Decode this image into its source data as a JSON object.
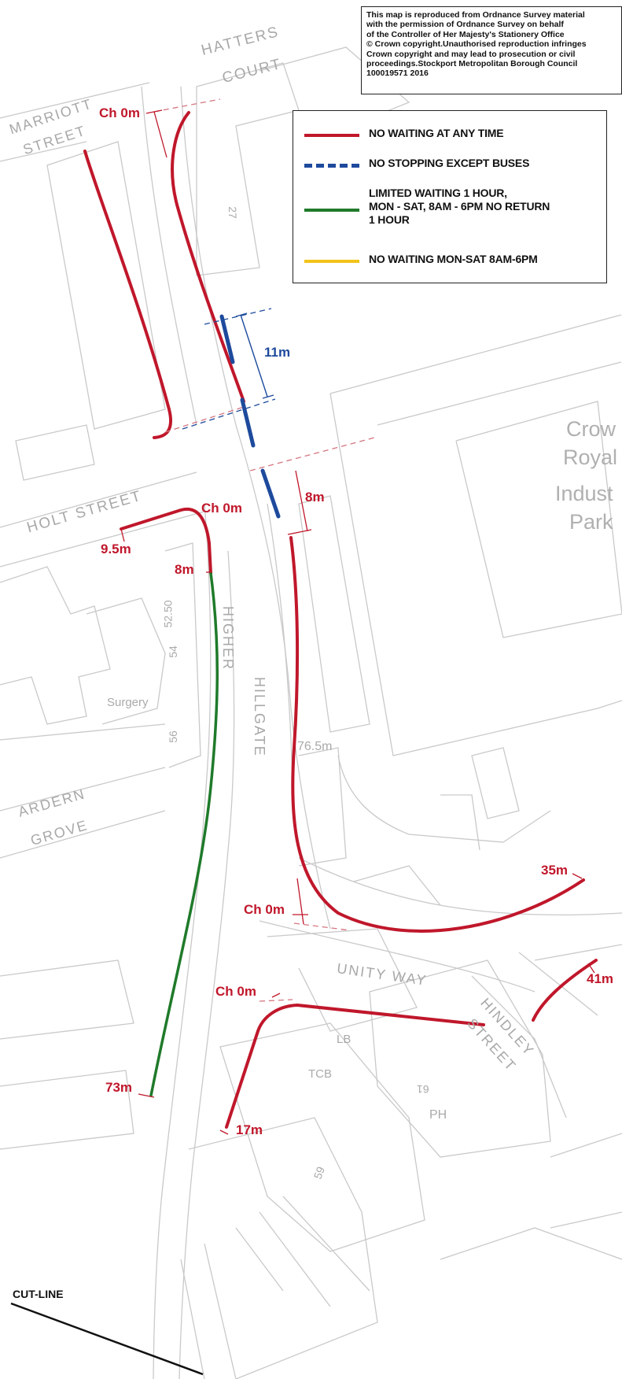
{
  "copyright_notice": "This map is reproduced from Ordnance Survey material\nwith the permission of Ordnance Survey on behalf\nof the Controller of Her Majesty's Stationery Office\n© Crown copyright.Unauthorised reproduction infringes\nCrown copyright and may lead to prosecution or civil\nproceedings.Stockport Metropolitan Borough Council\n100019571 2016",
  "legend": [
    {
      "label": "NO WAITING AT ANY TIME",
      "color": "#c0172b",
      "style": "solid"
    },
    {
      "label": "NO STOPPING EXCEPT BUSES",
      "color": "#1d4a9c",
      "style": "dashed"
    },
    {
      "label": "LIMITED WAITING 1 HOUR,\nMON - SAT, 8AM - 6PM NO RETURN\n1 HOUR",
      "color": "#1f7a2a",
      "style": "solid"
    },
    {
      "label": "NO WAITING MON-SAT 8AM-6PM",
      "color": "#f2c419",
      "style": "solid"
    }
  ],
  "streets": {
    "hatters": "HATTERS",
    "court": "COURT",
    "marriott": "MARRIOTT",
    "street1": "STREET",
    "holt_street": "HOLT STREET",
    "higher": "HIGHER",
    "hillgate": "HILLGATE",
    "ardern": "ARDERN",
    "grove": "GROVE",
    "unity_way": "UNITY WAY",
    "hindley": "HINDLEY",
    "street2": "STREET"
  },
  "places": {
    "crow": "Crow",
    "royal": "Royal",
    "indust": "Indust",
    "park": "Park",
    "surgery": "Surgery",
    "lb": "LB",
    "tcb": "TCB",
    "ph": "PH"
  },
  "house_numbers": {
    "n27": "27",
    "n52_50": "52.50",
    "n54": "54",
    "n56": "56",
    "n61": "61",
    "n59": "59"
  },
  "measurements": {
    "ch0_a": "Ch 0m",
    "m11": "11m",
    "m8_a": "8m",
    "ch0_b": "Ch 0m",
    "m9_5": "9.5m",
    "m8_b": "8m",
    "m76_5": "76.5m",
    "m35": "35m",
    "ch0_c": "Ch 0m",
    "m41": "41m",
    "ch0_d": "Ch 0m",
    "m73": "73m",
    "m17": "17m"
  },
  "cut_line": "CUT-LINE"
}
